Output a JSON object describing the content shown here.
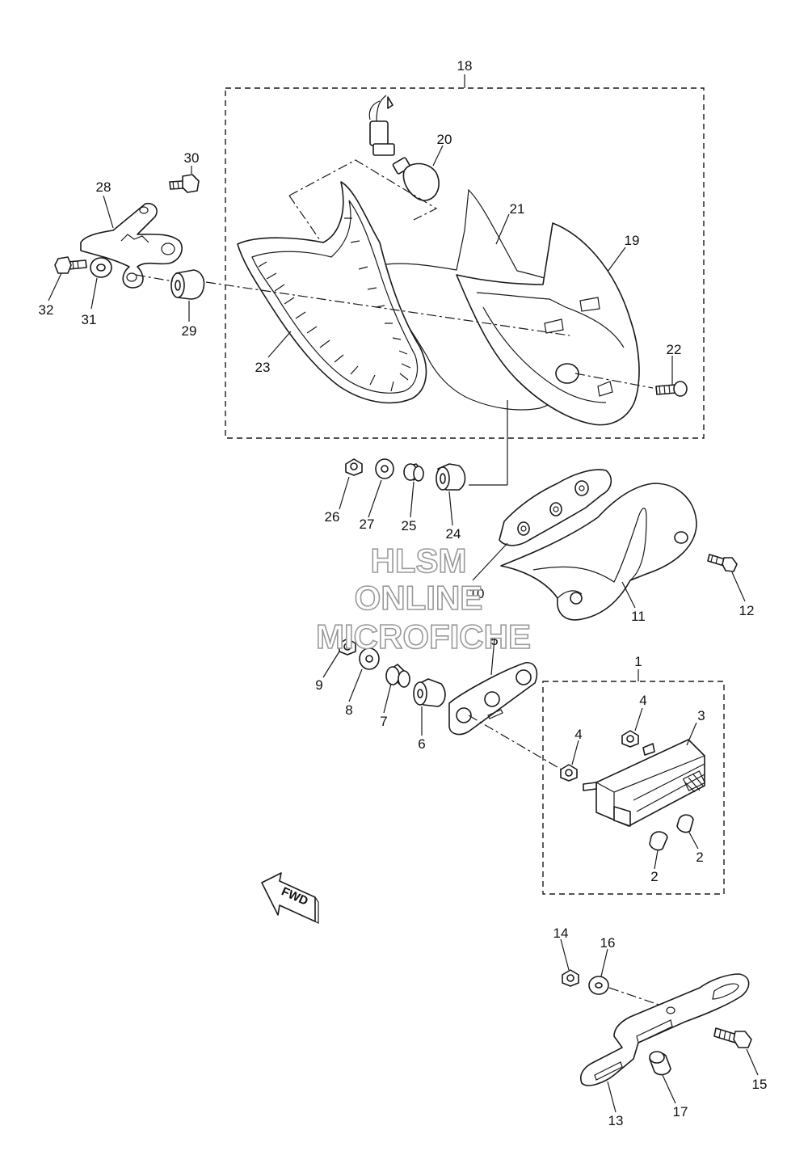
{
  "callouts": [
    {
      "id": "c1",
      "text": "1"
    },
    {
      "id": "c2a",
      "text": "2"
    },
    {
      "id": "c2b",
      "text": "2"
    },
    {
      "id": "c3",
      "text": "3"
    },
    {
      "id": "c4a",
      "text": "4"
    },
    {
      "id": "c4b",
      "text": "4"
    },
    {
      "id": "c5",
      "text": "5"
    },
    {
      "id": "c6",
      "text": "6"
    },
    {
      "id": "c7",
      "text": "7"
    },
    {
      "id": "c8",
      "text": "8"
    },
    {
      "id": "c9",
      "text": "9"
    },
    {
      "id": "c10",
      "text": "10"
    },
    {
      "id": "c11",
      "text": "11"
    },
    {
      "id": "c12",
      "text": "12"
    },
    {
      "id": "c13",
      "text": "13"
    },
    {
      "id": "c14",
      "text": "14"
    },
    {
      "id": "c15",
      "text": "15"
    },
    {
      "id": "c16",
      "text": "16"
    },
    {
      "id": "c17",
      "text": "17"
    },
    {
      "id": "c18",
      "text": "18"
    },
    {
      "id": "c19",
      "text": "19"
    },
    {
      "id": "c20",
      "text": "20"
    },
    {
      "id": "c21",
      "text": "21"
    },
    {
      "id": "c22",
      "text": "22"
    },
    {
      "id": "c23",
      "text": "23"
    },
    {
      "id": "c24",
      "text": "24"
    },
    {
      "id": "c25",
      "text": "25"
    },
    {
      "id": "c26",
      "text": "26"
    },
    {
      "id": "c27",
      "text": "27"
    },
    {
      "id": "c28",
      "text": "28"
    },
    {
      "id": "c29",
      "text": "29"
    },
    {
      "id": "c30",
      "text": "30"
    },
    {
      "id": "c31",
      "text": "31"
    },
    {
      "id": "c32",
      "text": "32"
    }
  ],
  "fwd_label": "FWD",
  "watermark": {
    "line1": "HLSM",
    "line2": "ONLINE",
    "line3": "MICROFICHE",
    "color": "#9a9a9a"
  }
}
